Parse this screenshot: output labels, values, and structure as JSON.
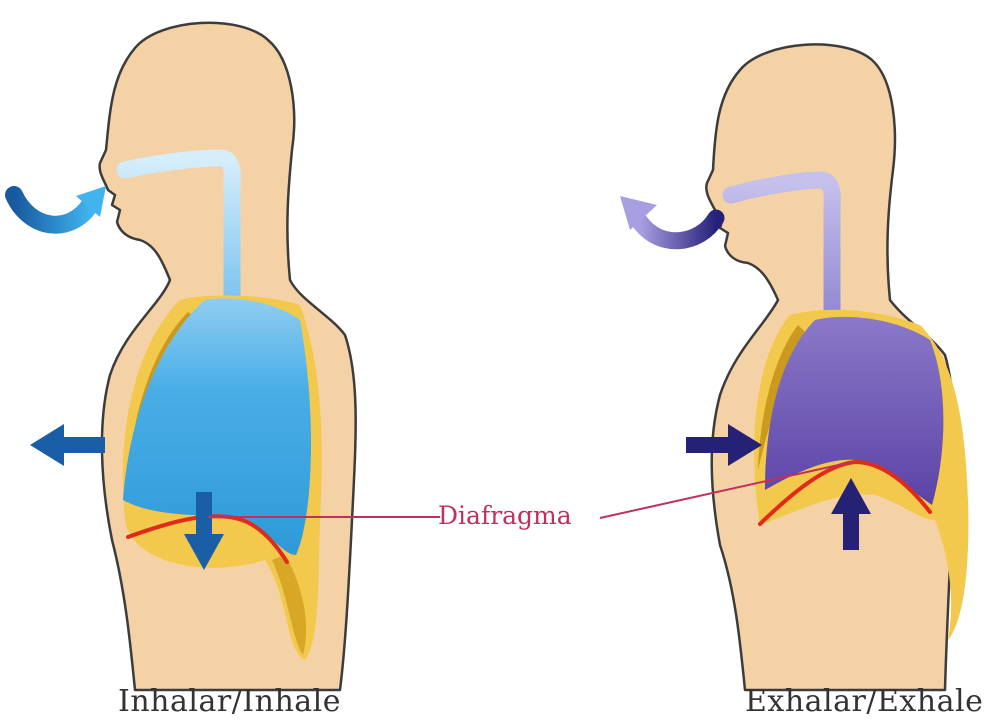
{
  "labels": {
    "diaphragm": "Diafragma",
    "inhale": "Inhalar/Inhale",
    "exhale": "Exhalar/Exhale"
  },
  "colors": {
    "skin": "#f5d2a5",
    "skin_outline": "#3c3c3c",
    "rib_yellow": "#f2c94c",
    "rib_gold": "#c99a1e",
    "inhale_lung": "#3ea6e0",
    "inhale_arrow": "#1a5fa6",
    "inhale_air": "#3aa8e6",
    "exhale_lung": "#6a52b0",
    "exhale_arrow": "#252275",
    "exhale_air": "#9b94d6",
    "diaphragm_line": "#e02a1a",
    "label_color": "#c0305a"
  },
  "icons": {
    "inhale_nose_arrow": "curved-arrow-in-icon",
    "exhale_nose_arrow": "curved-arrow-out-icon",
    "chest_expand_arrow": "arrow-left-icon",
    "chest_contract_arrow": "arrow-right-icon",
    "diaphragm_down_arrow": "arrow-down-icon",
    "diaphragm_up_arrow": "arrow-up-icon"
  }
}
